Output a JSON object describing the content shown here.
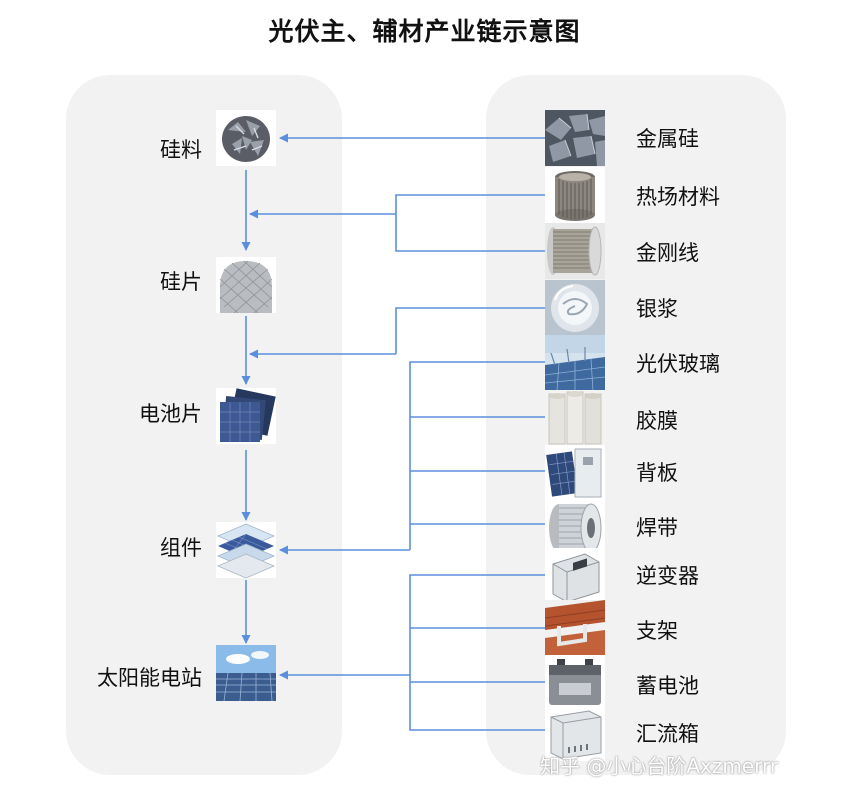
{
  "title": "光伏主、辅材产业链示意图",
  "main_chain": [
    "硅料",
    "硅片",
    "电池片",
    "组件",
    "太阳能电站"
  ],
  "materials": [
    "金属硅",
    "热场材料",
    "金刚线",
    "银浆",
    "光伏玻璃",
    "胶膜",
    "背板",
    "焊带",
    "逆变器",
    "支架",
    "蓄电池",
    "汇流箱"
  ],
  "watermark": "知乎 @小心台阶Axzmerrr",
  "colors": {
    "arrow": "#5b8fde",
    "panel": "#f2f2f2"
  }
}
